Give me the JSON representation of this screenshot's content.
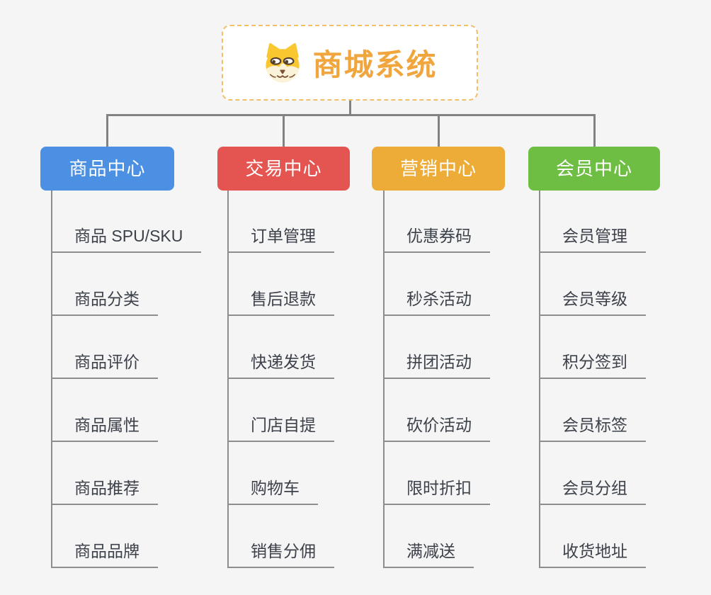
{
  "root": {
    "title": "商城系统",
    "icon": "shiba-dog-icon",
    "text_color": "#F0A53D",
    "border_color": "#F2BE66"
  },
  "connector_color": "#828282",
  "child_line_color": "#8D8D8D",
  "child_text_color": "#3C414A",
  "background_color": "#F5F5F6",
  "branches": [
    {
      "label": "商品中心",
      "color": "#4B90E2",
      "children": [
        "商品 SPU/SKU",
        "商品分类",
        "商品评价",
        "商品属性",
        "商品推荐",
        "商品品牌"
      ]
    },
    {
      "label": "交易中心",
      "color": "#E45551",
      "children": [
        "订单管理",
        "售后退款",
        "快递发货",
        "门店自提",
        "购物车",
        "销售分佣"
      ]
    },
    {
      "label": "营销中心",
      "color": "#EDAC38",
      "children": [
        "优惠券码",
        "秒杀活动",
        "拼团活动",
        "砍价活动",
        "限时折扣",
        "满减送"
      ]
    },
    {
      "label": "会员中心",
      "color": "#6EBE43",
      "children": [
        "会员管理",
        "会员等级",
        "积分签到",
        "会员标签",
        "会员分组",
        "收货地址"
      ]
    }
  ]
}
